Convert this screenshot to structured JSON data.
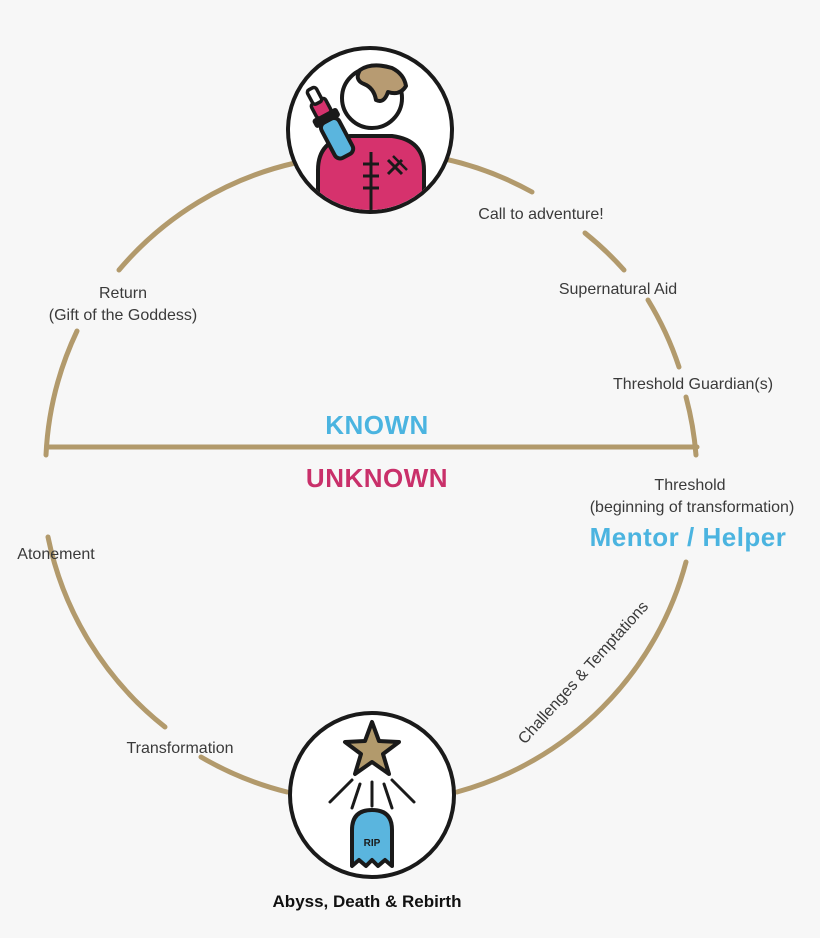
{
  "diagram": {
    "known_label": "KNOWN",
    "unknown_label": "UNKNOWN",
    "mentor_label": "Mentor / Helper",
    "stages": {
      "call_to_adventure": "Call to adventure!",
      "supernatural_aid": "Supernatural Aid",
      "threshold_guardians": "Threshold Guardian(s)",
      "threshold_line1": "Threshold",
      "threshold_line2": "(beginning of transformation)",
      "challenges": "Challenges & Temptations",
      "abyss": "Abyss, Death & Rebirth",
      "transformation": "Transformation",
      "atonement": "Atonement",
      "return_line1": "Return",
      "return_line2": "(Gift of the Goddess)"
    },
    "tombstone_text": "RIP",
    "colors": {
      "ring": "#b29a6c",
      "known": "#4bb4e0",
      "unknown": "#c9306a",
      "hero_shirt": "#d6326d",
      "hero_hair": "#b79b72",
      "star": "#b29a6c",
      "tombstone": "#5ab5de",
      "icon_outline": "#1a1a1a",
      "label_text": "#3a3a3a"
    },
    "icons": {
      "top": "hero-with-sword-icon",
      "bottom": "star-over-tombstone-icon"
    }
  }
}
